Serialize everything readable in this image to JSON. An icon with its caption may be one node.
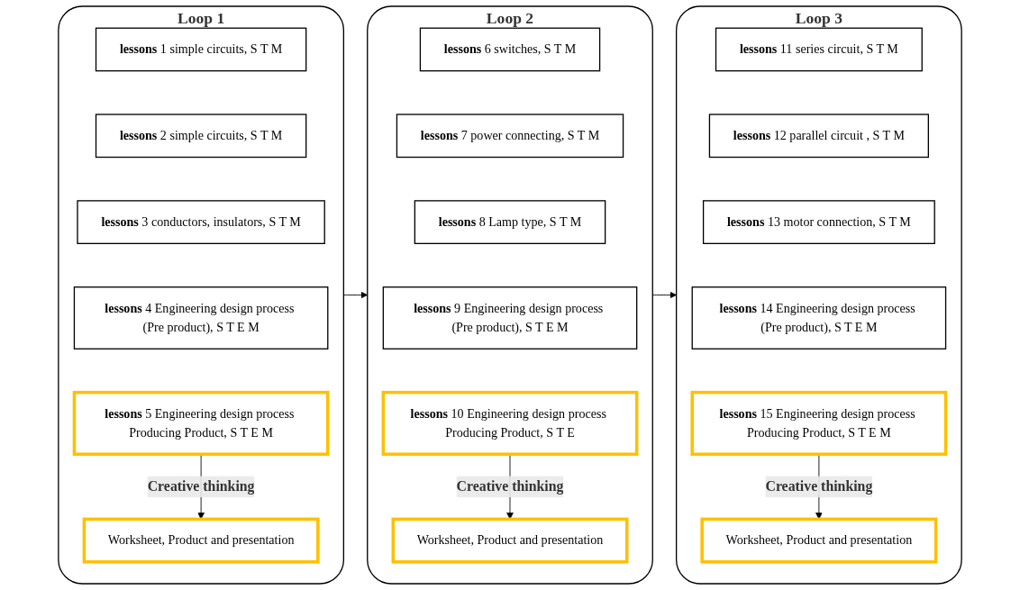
{
  "diagram": {
    "nodes": [
      {
        "text": [
          "Loop 1"
        ]
      },
      {
        "text": [
          "**lessons** 1 simple circuits, S T M"
        ],
        "in": 0
      },
      {
        "text": [
          "**lessons** 2 simple circuits, S T M"
        ],
        "in": 0
      },
      {
        "text": [
          "**lessons** 3 conductors, insulators, S T M"
        ],
        "in": 0
      },
      {
        "text": [
          "**lessons** 4 Engineering design process (Pre product), S T E M"
        ],
        "in": 0
      },
      {
        "text": [
          "**lessons** 5 Engineering design process Producing Product, S T E M"
        ],
        "in": 0
      },
      {
        "text": [
          "Worksheet, Product and presentation"
        ],
        "in": 0
      },
      {
        "text": [
          "Loop 2"
        ]
      },
      {
        "text": [
          "**lessons** 6 switches, S T M"
        ],
        "in": 7
      },
      {
        "text": [
          "**lessons** 7 power connecting, S T M"
        ],
        "in": 7
      },
      {
        "text": [
          "**lessons** 8 Lamp type, S T M"
        ],
        "in": 7
      },
      {
        "text": [
          "**lessons** 9 Engineering design process (Pre product), S T E M"
        ],
        "in": 7
      },
      {
        "text": [
          "**lessons** 10 Engineering design process Producing Product, S T E"
        ],
        "in": 7
      },
      {
        "text": [
          "Worksheet, Product and presentation"
        ],
        "in": 7
      },
      {
        "text": [
          "Loop 3"
        ]
      },
      {
        "text": [
          "**lessons** 11 series circuit, S T M"
        ],
        "in": 14
      },
      {
        "text": [
          "**lessons** 12 parallel circuit , S T M"
        ],
        "in": 14
      },
      {
        "text": [
          "**lessons** 13 motor connection, S T M"
        ],
        "in": 14
      },
      {
        "text": [
          "**lessons** 14 Engineering design process (Pre product), S T E M"
        ],
        "in": 14
      },
      {
        "text": [
          "**lessons** 15 Engineering design process Producing Product, S T E M"
        ],
        "in": 14
      },
      {
        "text": [
          "Worksheet, Product and presentation"
        ],
        "in": 14
      }
    ],
    "edges": [
      {
        "from": 0,
        "to": 7,
        "arrow": "to"
      },
      {
        "from": 7,
        "to": 14,
        "arrow": "to"
      },
      {
        "from": 5,
        "to": 6,
        "arrow": "to",
        "label": "Creative thinking"
      },
      {
        "from": 12,
        "to": 13,
        "arrow": "to",
        "label": "Creative thinking"
      },
      {
        "from": 19,
        "to": 20,
        "arrow": "to",
        "label": "Creative thinking"
      }
    ]
  }
}
